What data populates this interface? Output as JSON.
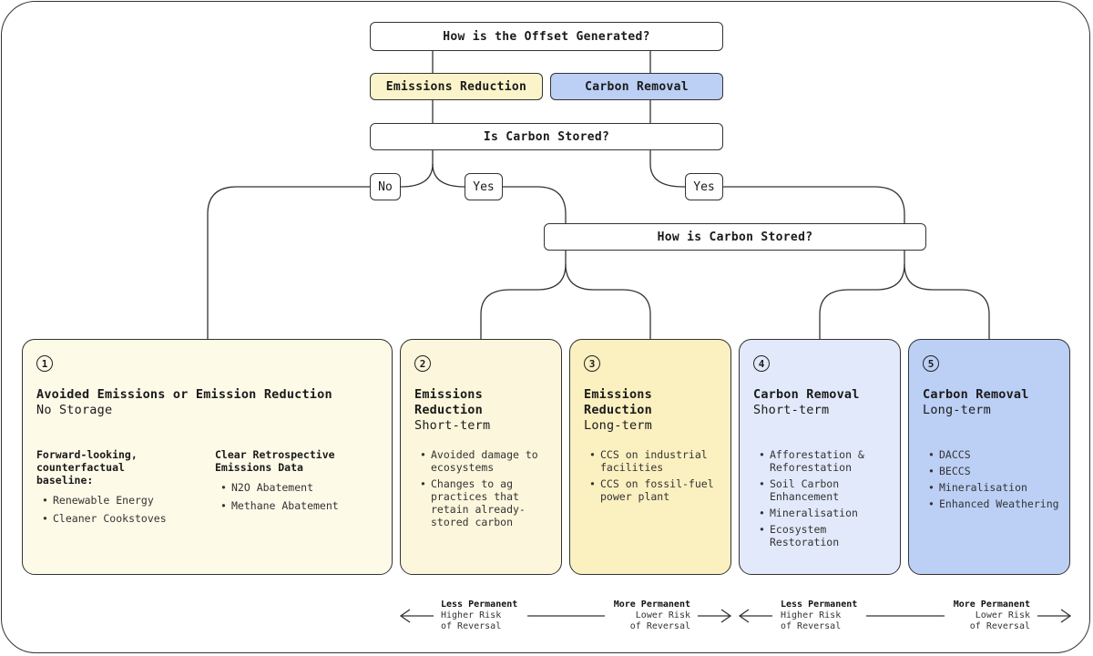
{
  "questions": {
    "generated": "How is the Offset Generated?",
    "stored": "Is Carbon Stored?",
    "how_stored": "How is Carbon Stored?"
  },
  "categories": {
    "reduction": "Emissions Reduction",
    "removal": "Carbon Removal"
  },
  "branches": {
    "no": "No",
    "yes_left": "Yes",
    "yes_right": "Yes"
  },
  "cards": [
    {
      "number": "1",
      "title": "Avoided Emissions or Emission Reduction",
      "subtitle": "No Storage",
      "columns": [
        {
          "heading": "Forward-looking, counterfactual baseline:",
          "items": [
            "Renewable Energy",
            "Cleaner Cookstoves"
          ]
        },
        {
          "heading": "Clear Retrospective Emissions Data",
          "items": [
            "N2O Abatement",
            "Methane Abatement"
          ]
        }
      ]
    },
    {
      "number": "2",
      "title": "Emissions Reduction",
      "subtitle": "Short-term",
      "items": [
        "Avoided damage to ecosystems",
        "Changes to ag practices that retain already-stored carbon"
      ]
    },
    {
      "number": "3",
      "title": "Emissions Reduction",
      "subtitle": "Long-term",
      "items": [
        "CCS on industrial facilities",
        "CCS on fossil-fuel power plant"
      ]
    },
    {
      "number": "4",
      "title": "Carbon Removal",
      "subtitle": "Short-term",
      "items": [
        "Afforestation & Reforestation",
        "Soil Carbon Enhancement",
        "Mineralisation",
        "Ecosystem Restoration"
      ]
    },
    {
      "number": "5",
      "title": "Carbon Removal",
      "subtitle": "Long-term",
      "items": [
        "DACCS",
        "BECCS",
        "Mineralisation",
        "Enhanced Weathering"
      ]
    }
  ],
  "scales": [
    {
      "left_bold": "Less Permanent",
      "left_1": "Higher Risk",
      "left_2": "of Reversal",
      "right_bold": "More Permanent",
      "right_1": "Lower Risk",
      "right_2": "of Reversal"
    },
    {
      "left_bold": "Less Permanent",
      "left_1": "Higher Risk",
      "left_2": "of Reversal",
      "right_bold": "More Permanent",
      "right_1": "Lower Risk",
      "right_2": "of Reversal"
    }
  ],
  "colors": {
    "reduction_fill": "#fbf3c9",
    "removal_fill": "#bccff5",
    "card1": "#fdfae8",
    "card2": "#fcf6dc",
    "card3": "#fbf0c0",
    "card4": "#e2e9fa",
    "card5": "#bccff5"
  }
}
